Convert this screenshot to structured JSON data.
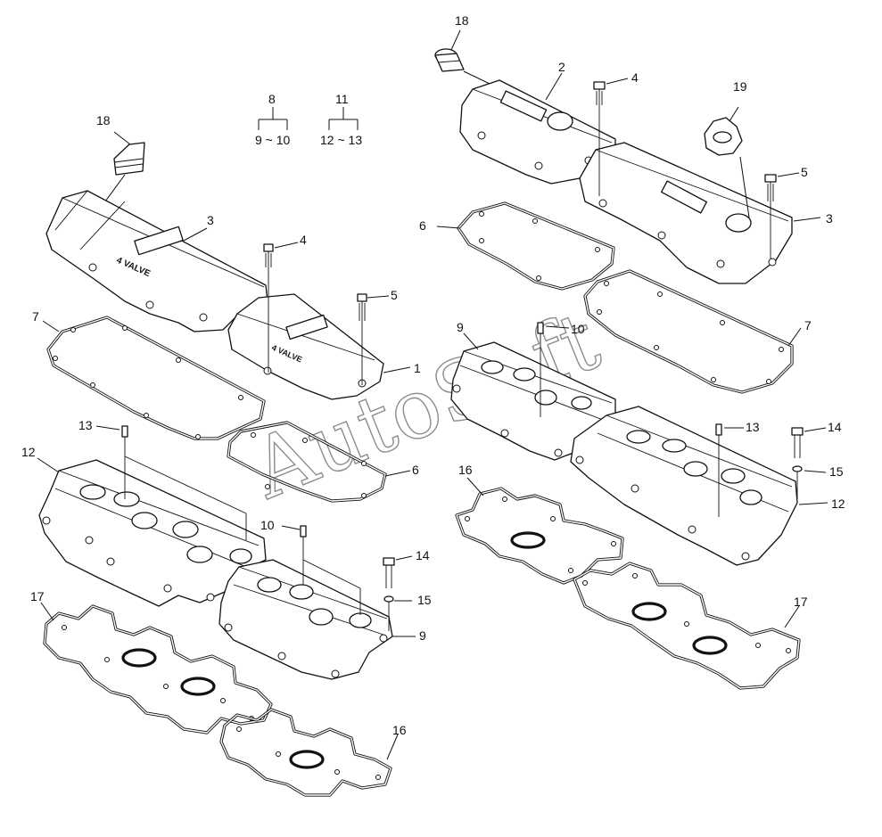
{
  "callouts": [
    {
      "id": "c18-left",
      "text": "18"
    },
    {
      "id": "c3-left",
      "text": "3"
    },
    {
      "id": "c4-left",
      "text": "4"
    },
    {
      "id": "c5-left",
      "text": "5"
    },
    {
      "id": "c7-left",
      "text": "7"
    },
    {
      "id": "c1-left",
      "text": "1"
    },
    {
      "id": "c13-left",
      "text": "13"
    },
    {
      "id": "c12-left",
      "text": "12"
    },
    {
      "id": "c6-left",
      "text": "6"
    },
    {
      "id": "c10-left",
      "text": "10"
    },
    {
      "id": "c14-left",
      "text": "14"
    },
    {
      "id": "c15-left",
      "text": "15"
    },
    {
      "id": "c9-left",
      "text": "9"
    },
    {
      "id": "c17-left",
      "text": "17"
    },
    {
      "id": "c16-left",
      "text": "16"
    },
    {
      "id": "c18-right",
      "text": "18"
    },
    {
      "id": "c2-right",
      "text": "2"
    },
    {
      "id": "c4-right",
      "text": "4"
    },
    {
      "id": "c19-right",
      "text": "19"
    },
    {
      "id": "c5-right",
      "text": "5"
    },
    {
      "id": "c3-right",
      "text": "3"
    },
    {
      "id": "c6-right",
      "text": "6"
    },
    {
      "id": "c7-right",
      "text": "7"
    },
    {
      "id": "c9-right",
      "text": "9"
    },
    {
      "id": "c10-right",
      "text": "10"
    },
    {
      "id": "c13-right",
      "text": "13"
    },
    {
      "id": "c14-right",
      "text": "14"
    },
    {
      "id": "c15-right",
      "text": "15"
    },
    {
      "id": "c12-right",
      "text": "12"
    },
    {
      "id": "c16-right",
      "text": "16"
    },
    {
      "id": "c17-right",
      "text": "17"
    }
  ],
  "groups": [
    {
      "id": "group-8",
      "parent": "8",
      "children": "9 ~ 10"
    },
    {
      "id": "group-11",
      "parent": "11",
      "children": "12 ~ 13"
    }
  ],
  "labels": {
    "cover_marking": "4 VALVE",
    "watermark": "AutoSoft"
  }
}
